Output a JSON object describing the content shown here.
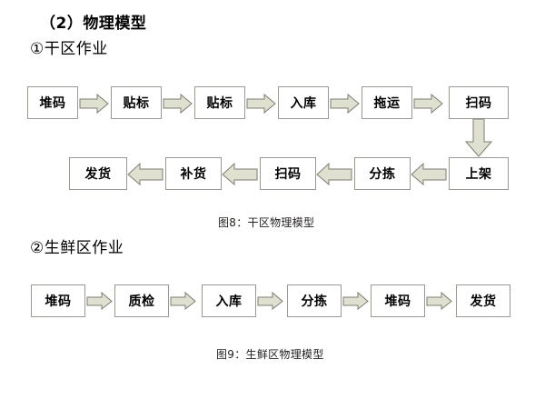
{
  "document": {
    "section_heading": "（2）物理模型",
    "subsection_1": "①干区作业",
    "subsection_2": "②生鲜区作业",
    "caption_1": "图8：干区物理模型",
    "caption_2": "图9：生鲜区物理模型"
  },
  "palette": {
    "arrow_fill": "#dfe0d0",
    "arrow_stroke": "#7d7d73",
    "box_fill": "#ffffff",
    "box_stroke": "#9a9a94",
    "text": "#000000"
  },
  "diagrams": [
    {
      "id": "dry-area-physical-model",
      "caption": "图8：干区物理模型",
      "rows": [
        {
          "direction": "left-to-right",
          "nodes": [
            {
              "label": "堆码"
            },
            {
              "label": "贴标"
            },
            {
              "label": "贴标"
            },
            {
              "label": "入库"
            },
            {
              "label": "拖运"
            },
            {
              "label": "扫码"
            }
          ]
        },
        {
          "direction": "right-to-left",
          "nodes": [
            {
              "label": "发货"
            },
            {
              "label": "补货"
            },
            {
              "label": "扫码"
            },
            {
              "label": "分拣"
            },
            {
              "label": "上架"
            }
          ]
        }
      ],
      "connector": {
        "direction": "down",
        "from": "扫码",
        "to": "上架"
      }
    },
    {
      "id": "fresh-area-physical-model",
      "caption": "图9：生鲜区物理模型",
      "rows": [
        {
          "direction": "left-to-right",
          "nodes": [
            {
              "label": "堆码"
            },
            {
              "label": "质检"
            },
            {
              "label": "入库"
            },
            {
              "label": "分拣"
            },
            {
              "label": "堆码"
            },
            {
              "label": "发货"
            }
          ]
        }
      ]
    }
  ]
}
